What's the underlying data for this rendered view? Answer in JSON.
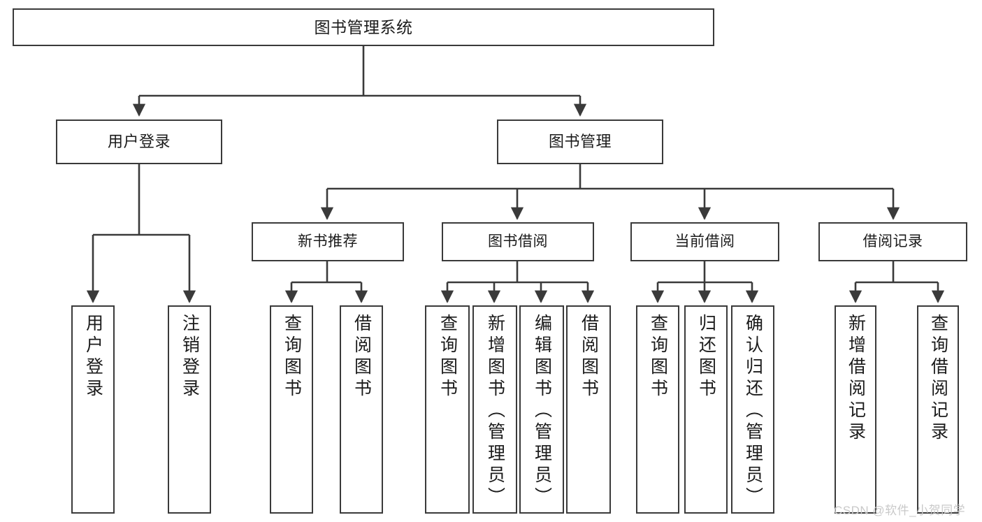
{
  "diagram": {
    "type": "tree",
    "title": "图书管理系统",
    "style": {
      "stroke": "#3a3a3a",
      "box_fill": "#ffffff",
      "text_color": "#1b1b1b",
      "watermark_color": "#c9c9c9"
    },
    "nodes": {
      "root": {
        "label": "图书管理系统"
      },
      "level2": [
        {
          "label": "用户登录"
        },
        {
          "label": "图书管理"
        }
      ],
      "level3": [
        {
          "label": "新书推荐"
        },
        {
          "label": "图书借阅"
        },
        {
          "label": "当前借阅"
        },
        {
          "label": "借阅记录"
        }
      ],
      "leaves": {
        "user_login": [
          {
            "label": "用户登录"
          },
          {
            "label": "注销登录"
          }
        ],
        "new_book_recommend": [
          {
            "label": "查询图书"
          },
          {
            "label": "借阅图书"
          }
        ],
        "book_borrow": [
          {
            "label": "查询图书"
          },
          {
            "label": "新增图书（管理员）"
          },
          {
            "label": "编辑图书（管理员）"
          },
          {
            "label": "借阅图书"
          }
        ],
        "current_borrow": [
          {
            "label": "查询图书"
          },
          {
            "label": "归还图书"
          },
          {
            "label": "确认归还（管理员）"
          }
        ],
        "borrow_record": [
          {
            "label": "新增借阅记录"
          },
          {
            "label": "查询借阅记录"
          }
        ]
      }
    },
    "watermark": "CSDN @软件_小贺同学"
  }
}
